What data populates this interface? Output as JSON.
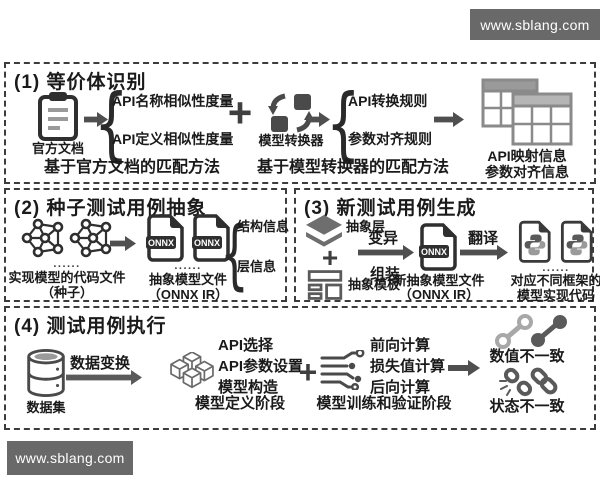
{
  "watermark": {
    "text": "www.sblang.com"
  },
  "glyphs": {
    "brace": "{",
    "plus": "+",
    "dots": "......"
  },
  "icons": {
    "onnx_label": "ONNX"
  },
  "s1": {
    "title": "(1) 等价体识别",
    "doc_label": "官方文档",
    "sim1": "API名称相似性度量",
    "sim2": "API定义相似性度量",
    "converter_label": "模型转换器",
    "rule1": "API转换规则",
    "rule2": "参数对齐规则",
    "out1": "API映射信息",
    "out2": "参数对齐信息",
    "method_left": "基于官方文档的匹配方法",
    "method_right": "基于模型转换器的匹配方法"
  },
  "s2": {
    "title": "(2) 种子测试用例抽象",
    "seed1": "实现模型的代码文件",
    "seed2": "（种子）",
    "abs1": "抽象模型文件",
    "abs2": "（ONNX IR）",
    "info1": "结构信息",
    "info2": "层信息"
  },
  "s3": {
    "title": "(3) 新测试用例生成",
    "layer_label": "抽象层",
    "template_label": "抽象模板",
    "mutate": "变异",
    "assemble": "组装",
    "new1": "新抽象模型文件",
    "new2": "（ONNX IR）",
    "translate": "翻译",
    "code1": "对应不同框架的",
    "code2": "模型实现代码"
  },
  "s4": {
    "title": "(4) 测试用例执行",
    "dataset_label": "数据集",
    "transform": "数据变换",
    "def1": "API选择",
    "def2": "API参数设置",
    "def3": "模型构造",
    "def_phase": "模型定义阶段",
    "train1": "前向计算",
    "train2": "损失值计算",
    "train3": "后向计算",
    "train_phase": "模型训练和验证阶段",
    "res1": "数值不一致",
    "res2": "状态不一致"
  }
}
